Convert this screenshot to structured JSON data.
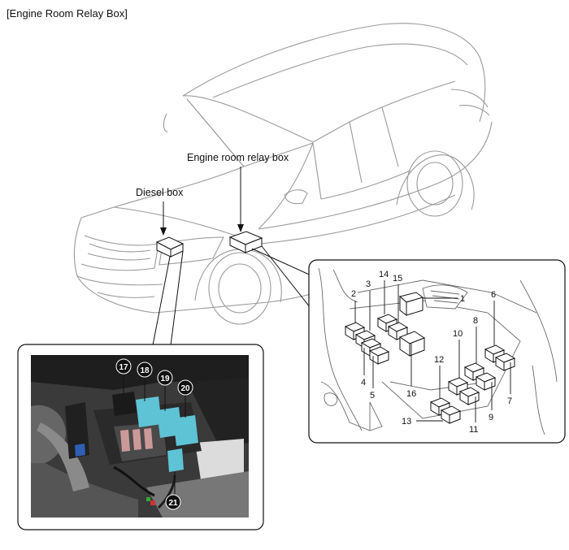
{
  "page_title": "[Engine Room Relay Box]",
  "labels": {
    "diesel_box": "Diesel box",
    "engine_room_relay_box": "Engine room relay box"
  },
  "relay_box_callouts": [
    "1",
    "2",
    "3",
    "4",
    "5",
    "6",
    "7",
    "8",
    "9",
    "10",
    "11",
    "12",
    "13",
    "14",
    "15",
    "16"
  ],
  "diesel_box_callouts": [
    "17",
    "18",
    "19",
    "20",
    "21"
  ],
  "colors": {
    "relay_accent": "#5fc3d6",
    "photo_dark": "#2a2a2a"
  }
}
